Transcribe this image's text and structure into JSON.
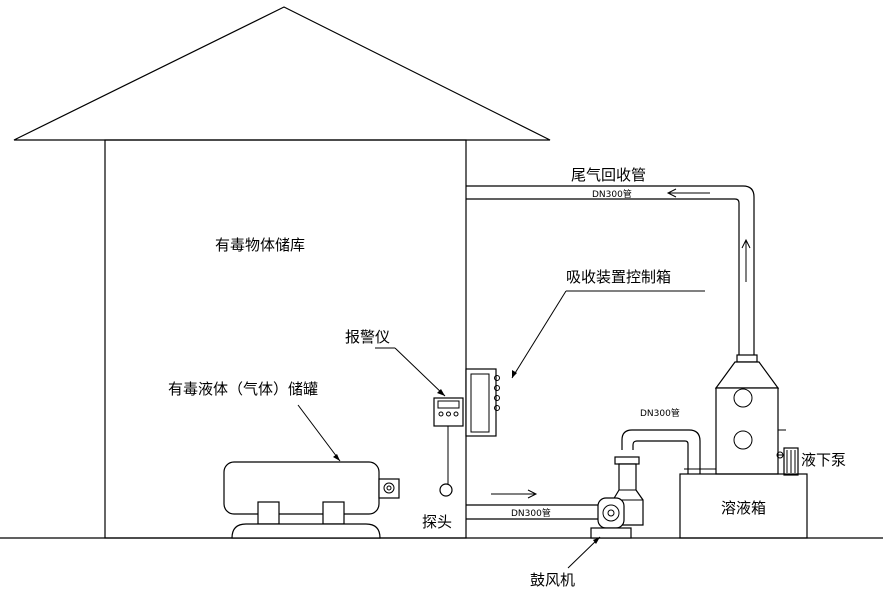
{
  "labels": {
    "warehouse": "有毒物体储库",
    "tank": "有毒液体（气体）储罐",
    "alarm": "报警仪",
    "probe": "探头",
    "control_box": "吸收装置控制箱",
    "tail_gas_pipe": "尾气回收管",
    "pipe_top": "DN300管",
    "pipe_mid": "DN300管",
    "pipe_bottom": "DN300管",
    "pump": "液下泵",
    "solution_tank": "溶液箱",
    "blower": "鼓风机"
  }
}
